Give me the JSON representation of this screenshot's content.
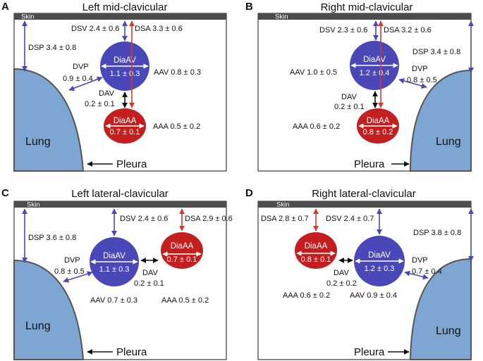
{
  "colors": {
    "vein": "#4a47b8",
    "artery": "#c41f1f",
    "lung": "#7ea6d3",
    "skin": "#4d4d4d",
    "arrow_blue": "#4a47b8",
    "arrow_red": "#d23a2f",
    "arrow_black": "#111111"
  },
  "panels": {
    "A": {
      "letter": "A",
      "title": "Left mid-clavicular",
      "skin": "Skin",
      "lung": "Lung",
      "pleura": "Pleura",
      "vein_name": "DiaAV",
      "vein_value": "1.1 ± 0.3",
      "artery_name": "DiaAA",
      "artery_value": "0.7 ± 0.1",
      "dsv": "DSV 2.4 ± 0.6",
      "dsa": "DSA 3.3 ± 0.6",
      "dsp": "DSP 3.4 ± 0.8",
      "dvp_label": "DVP",
      "dvp_value": "0.9 ± 0.4",
      "aav": "AAV 0.8 ± 0.3",
      "dav_label": "DAV",
      "dav_value": "0.2 ± 0.1",
      "aaa": "AAA 0.5 ± 0.2"
    },
    "B": {
      "letter": "B",
      "title": "Right mid-clavicular",
      "skin": "Skin",
      "lung": "Lung",
      "pleura": "Pleura",
      "vein_name": "DiaAV",
      "vein_value": "1.2 ± 0.4",
      "artery_name": "DiaAA",
      "artery_value": "0.8 ± 0.2",
      "dsv": "DSV 2.3 ± 0.6",
      "dsa": "DSA 3.2 ± 0.6",
      "dsp": "DSP 3.4 ± 0.8",
      "dvp_label": "DVP",
      "dvp_value": "0.8 ± 0.5",
      "aav": "AAV 1.0 ± 0.5",
      "dav_label": "DAV",
      "dav_value": "0.2 ± 0.1",
      "aaa": "AAA 0.6 ± 0.2"
    },
    "C": {
      "letter": "C",
      "title": "Left lateral-clavicular",
      "skin": "Skin",
      "lung": "Lung",
      "pleura": "Pleura",
      "vein_name": "DiaAV",
      "vein_value": "1.1 ± 0.3",
      "artery_name": "DiaAA",
      "artery_value": "0.7 ± 0.1",
      "dsv": "DSV 2.4 ± 0.6",
      "dsa": "DSA 2.9 ± 0.6",
      "dsp": "DSP 3.6 ± 0.8",
      "dvp_label": "DVP",
      "dvp_value": "0.8 ± 0.5",
      "dav_label": "DAV",
      "dav_value": "0.2 ± 0.1",
      "aav": "AAV 0.7 ± 0.3",
      "aaa": "AAA 0.5 ± 0.2"
    },
    "D": {
      "letter": "D",
      "title": "Right lateral-clavicular",
      "skin": "Skin",
      "lung": "Lung",
      "pleura": "Pleura",
      "vein_name": "DiaAV",
      "vein_value": "1.2 ± 0.3",
      "artery_name": "DiaAA",
      "artery_value": "0.8 ± 0.1",
      "dsa": "DSA 2.8 ± 0.7",
      "dsv": "DSV 2.4 ± 0.7",
      "dsp": "DSP 3.8 ± 0.8",
      "dvp_label": "DVP",
      "dvp_value": "0.7 ± 0.4",
      "dav_label": "DAV",
      "dav_value": "0.2 ± 0.2",
      "aaa": "AAA 0.6 ± 0.2",
      "aav": "AAV 0.9 ± 0.4"
    }
  }
}
